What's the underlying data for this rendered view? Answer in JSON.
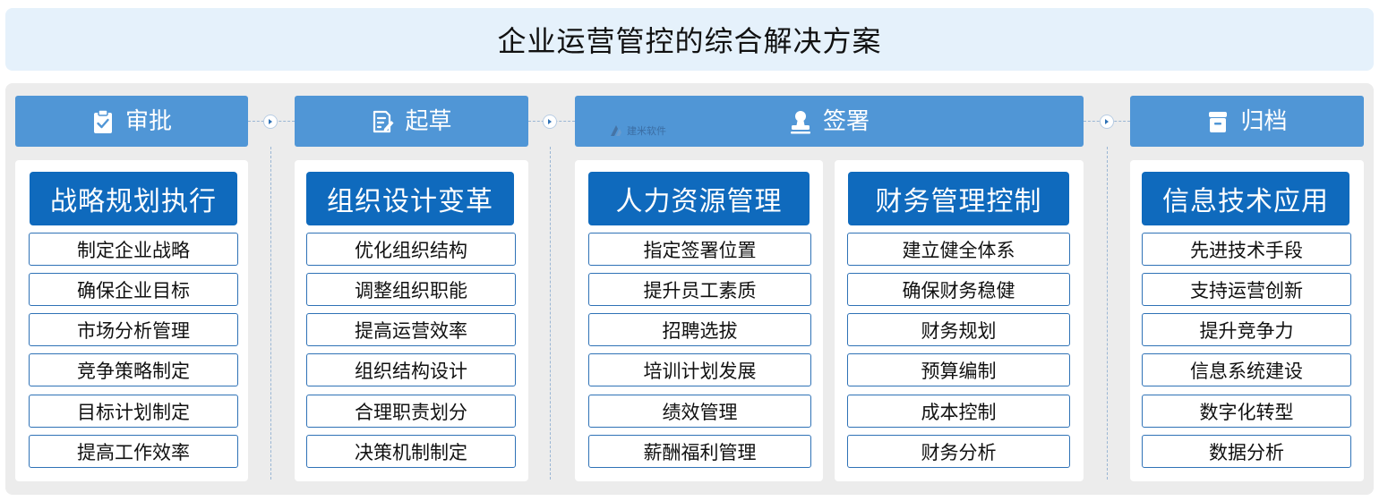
{
  "title": "企业运营管控的综合解决方案",
  "watermark": "建米软件",
  "stages": [
    {
      "label": "审批",
      "icon": "clipboard-check-icon"
    },
    {
      "label": "起草",
      "icon": "edit-document-icon"
    },
    {
      "label": "签署",
      "icon": "seal-stamp-icon"
    },
    {
      "label": "归档",
      "icon": "archive-box-icon"
    }
  ],
  "cards": [
    {
      "heading": "战略规划执行",
      "items": [
        "制定企业战略",
        "确保企业目标",
        "市场分析管理",
        "竞争策略制定",
        "目标计划制定",
        "提高工作效率"
      ]
    },
    {
      "heading": "组织设计变革",
      "items": [
        "优化组织结构",
        "调整组织职能",
        "提高运营效率",
        "组织结构设计",
        "合理职责划分",
        "决策机制制定"
      ]
    },
    {
      "heading": "人力资源管理",
      "items": [
        "指定签署位置",
        "提升员工素质",
        "招聘选拔",
        "培训计划发展",
        "绩效管理",
        "薪酬福利管理"
      ]
    },
    {
      "heading": "财务管理控制",
      "items": [
        "建立健全体系",
        "确保财务稳健",
        "财务规划",
        "预算编制",
        "成本控制",
        "财务分析"
      ]
    },
    {
      "heading": "信息技术应用",
      "items": [
        "先进技术手段",
        "支持运营创新",
        "提升竞争力",
        "信息系统建设",
        "数字化转型",
        "数据分析"
      ]
    }
  ],
  "colors": {
    "header": "#5096d6",
    "card_head": "#0f6abd",
    "item_border": "#2f72b6",
    "title_bg": "#e5f1fb"
  }
}
